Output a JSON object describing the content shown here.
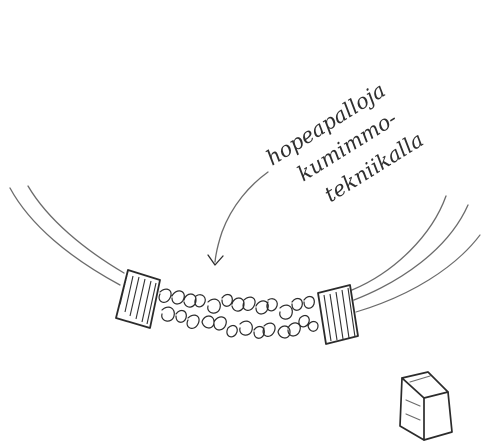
{
  "annotation": {
    "lines": [
      "hopeapalloja",
      "kumimmo-",
      "tekniikalla"
    ]
  },
  "colors": {
    "paper": "#ffffff",
    "pencil": "#2b2b2b",
    "pencil_light": "#6a6a6a"
  }
}
